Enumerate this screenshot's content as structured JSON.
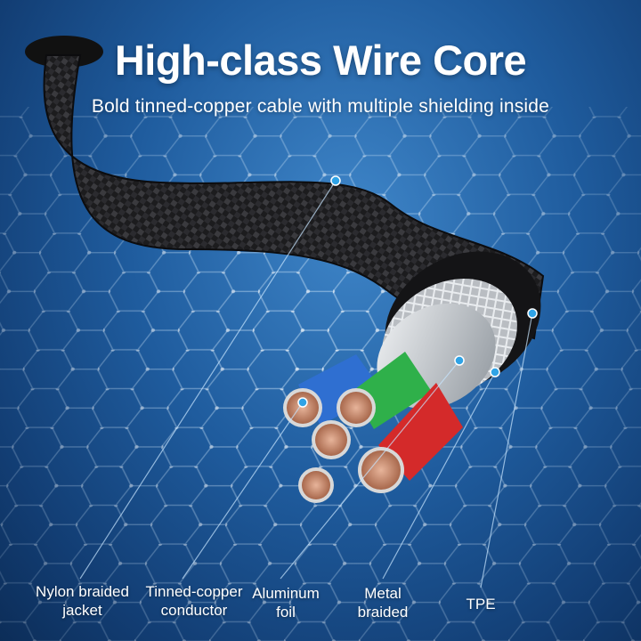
{
  "header": {
    "title": "High-class Wire Core",
    "subtitle": "Bold tinned-copper cable with multiple shielding inside"
  },
  "callouts": [
    {
      "id": "jacket",
      "label": "Nylon braided\njacket"
    },
    {
      "id": "conductor",
      "label": "Tinned-copper\nconductor"
    },
    {
      "id": "foil",
      "label": "Aluminum\nfoil"
    },
    {
      "id": "metal",
      "label": "Metal\nbraided"
    },
    {
      "id": "tpe",
      "label": "TPE"
    }
  ],
  "colors": {
    "background": "#1f5c9e",
    "callout_dot": "#2fa3e6",
    "wire_blue": "#2f6fd1",
    "wire_green": "#2fb04a",
    "wire_red": "#d42a2a",
    "copper": "#c98a6a"
  }
}
